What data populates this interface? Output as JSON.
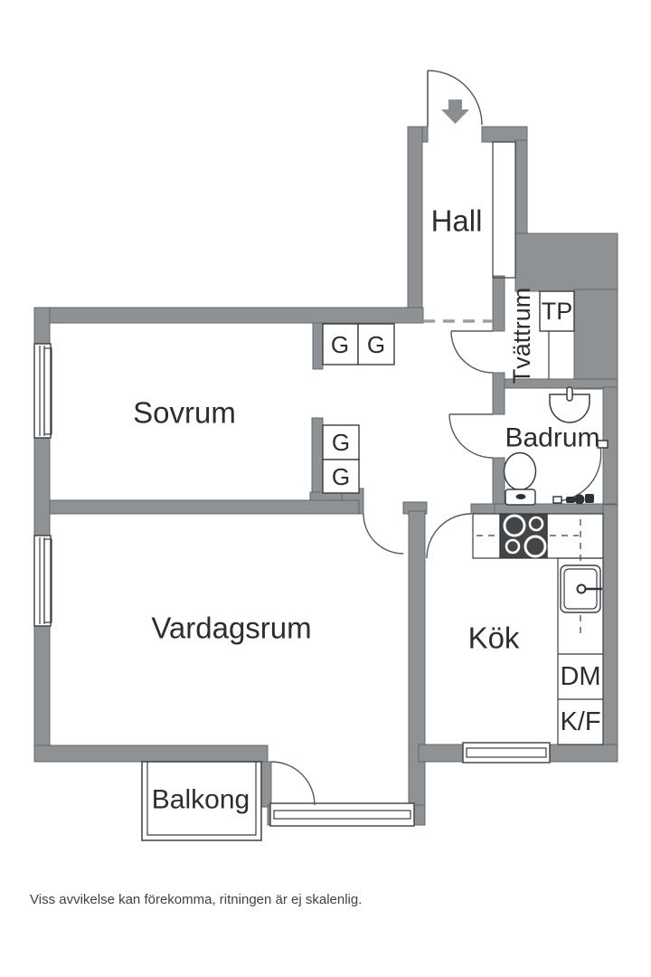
{
  "floorplan": {
    "rooms": {
      "hall": "Hall",
      "bedroom": "Sovrum",
      "living_room": "Vardagsrum",
      "kitchen": "Kök",
      "bathroom": "Badrum",
      "laundry": "Tvättrum",
      "balcony": "Balkong"
    },
    "units": {
      "laundry_cabinet": "TP",
      "dishwasher": "DM",
      "fridge_freezer": "K/F",
      "wardrobe": "G"
    },
    "disclaimer": "Viss avvikelse kan förekomma, ritningen är ej skalenlig.",
    "colors": {
      "wall": "#8e9295",
      "wall_edge": "#64686b",
      "ink": "#3a3d3f",
      "text": "#2b2d2e",
      "arrow": "#8a8e91"
    }
  }
}
